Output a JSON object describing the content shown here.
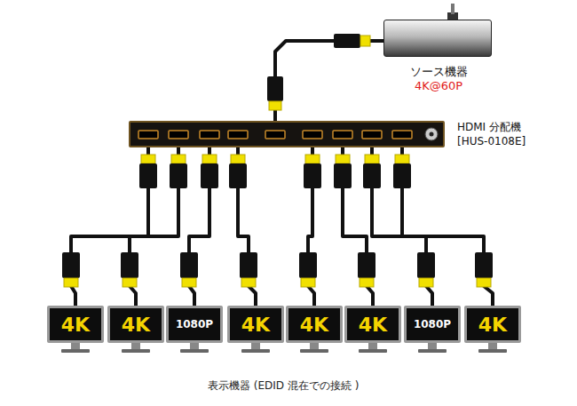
{
  "diagram": {
    "caption": "表示機器 (EDID 混在での接続 )",
    "nodes": [
      {
        "text": [
          "ソース機器",
          "4K@60P"
        ]
      },
      {
        "text": [
          "HDMI 分配機",
          "[HUS-0108E]"
        ]
      },
      {
        "text": [
          "4K"
        ]
      },
      {
        "text": [
          "4K"
        ]
      },
      {
        "text": [
          "1080P"
        ]
      },
      {
        "text": [
          "4K"
        ]
      },
      {
        "text": [
          "4K"
        ]
      },
      {
        "text": [
          "4K"
        ]
      },
      {
        "text": [
          "1080P"
        ]
      },
      {
        "text": [
          "4K"
        ]
      }
    ],
    "edges": [
      {
        "from": 0,
        "to": 1,
        "arrow": "none"
      },
      {
        "from": 1,
        "to": 2,
        "arrow": "none"
      },
      {
        "from": 1,
        "to": 3,
        "arrow": "none"
      },
      {
        "from": 1,
        "to": 4,
        "arrow": "none"
      },
      {
        "from": 1,
        "to": 5,
        "arrow": "none"
      },
      {
        "from": 1,
        "to": 6,
        "arrow": "none"
      },
      {
        "from": 1,
        "to": 7,
        "arrow": "none"
      },
      {
        "from": 1,
        "to": 8,
        "arrow": "none"
      },
      {
        "from": 1,
        "to": 9,
        "arrow": "none"
      }
    ]
  }
}
